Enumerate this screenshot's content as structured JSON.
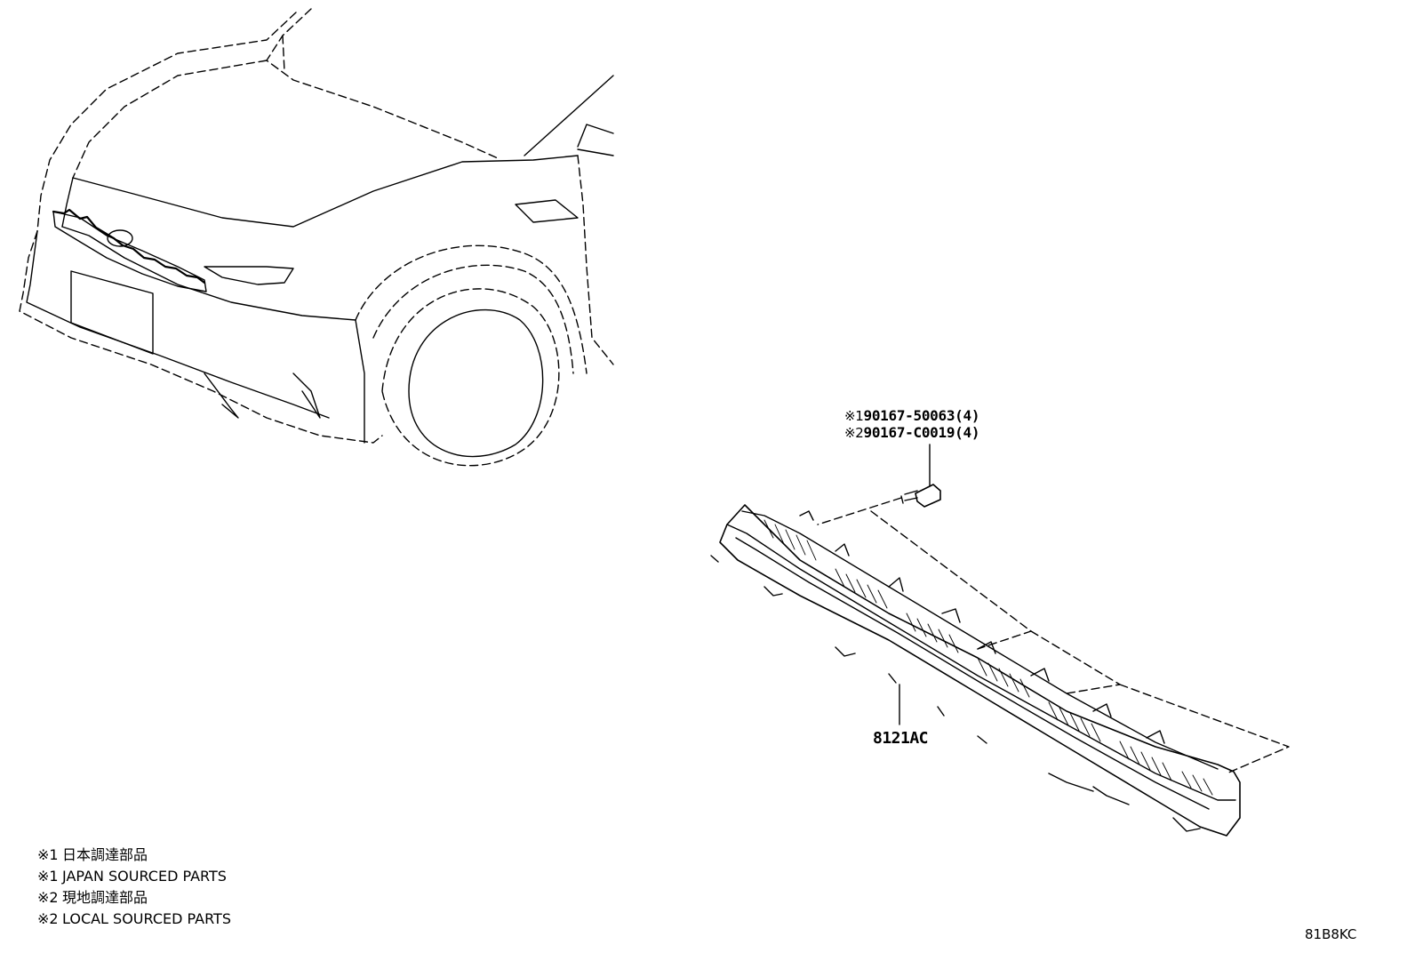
{
  "callouts": [
    {
      "mark": "※1",
      "part": "90167-50063(4)"
    },
    {
      "mark": "※2",
      "part": "90167-C0019(4)"
    }
  ],
  "grille_part": "8121AC",
  "legend": [
    {
      "mark": "※1",
      "text": "日本調達部品"
    },
    {
      "mark": "※1",
      "text": "JAPAN SOURCED PARTS"
    },
    {
      "mark": "※2",
      "text": "現地調達部品"
    },
    {
      "mark": "※2",
      "text": "LOCAL SOURCED PARTS"
    }
  ],
  "figure_id": "81B8KC"
}
